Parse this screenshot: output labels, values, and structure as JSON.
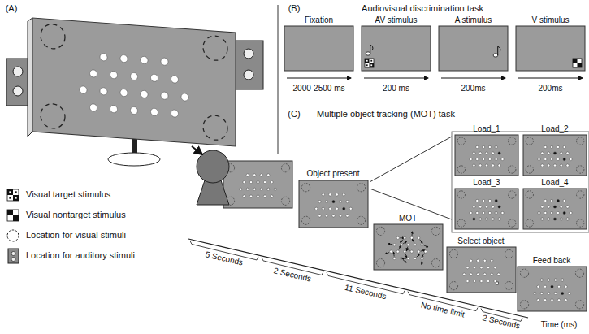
{
  "diagram": {
    "labels": [
      "(A)",
      "(B)",
      "Audiovisual discrimination task",
      "Fixation",
      "AV stimulus",
      "A stimulus",
      "V stimulus",
      "2000-2500 ms",
      "200 ms",
      "200ms",
      "200ms",
      "(C)",
      "Multiple object tracking (MOT) task",
      "Load_1",
      "Load_2",
      "Load_3",
      "Load_4",
      "Object present",
      "MOT",
      "Select object",
      "Feed back",
      "5 Seconds",
      "2 Seconds",
      "11 Seconds",
      "No time limit",
      "2 Seconds",
      "Time (ms)"
    ],
    "legend": [
      {
        "text": "Visual target stimulus"
      },
      {
        "text": "Visual nontarget stimulus"
      },
      {
        "text": "Location for visual stimuli"
      },
      {
        "text": "Location for auditory stimuli"
      }
    ]
  }
}
